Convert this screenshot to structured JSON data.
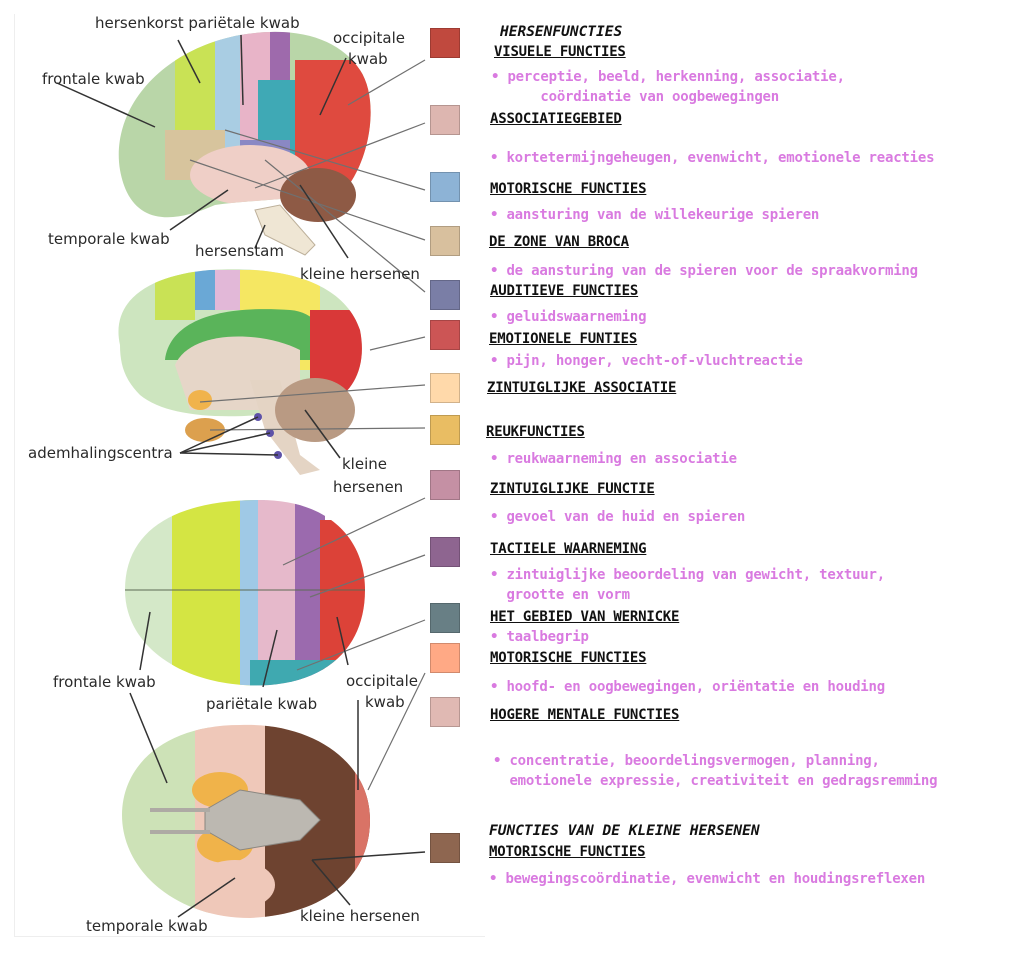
{
  "illustration": {
    "lateral_view": {
      "labels": {
        "cortex_parietal": "hersenkorst pariëtale kwab",
        "occipital": [
          "occipitale",
          "kwab"
        ],
        "frontal": "frontale kwab",
        "temporal": "temporale kwab",
        "brainstem": "hersenstam",
        "cerebellum": "kleine hersenen"
      }
    },
    "medial_view": {
      "labels": {
        "respiratory": "ademhalingscentra",
        "cerebellum": [
          "kleine",
          "hersenen"
        ]
      }
    },
    "top_view": {
      "labels": {
        "frontal": "frontale kwab",
        "parietal": "pariëtale kwab",
        "occipital": [
          "occipitale",
          "kwab"
        ]
      }
    },
    "bottom_view": {
      "labels": {
        "temporal": "temporale kwab",
        "cerebellum": "kleine hersenen"
      }
    }
  },
  "legend": {
    "title": "HERSENFUNCTIES",
    "items": [
      {
        "heading": "VISUELE FUNCTIES",
        "desc": [
          "• perceptie, beeld, herkenning, associatie,",
          "      coördinatie van oogbewegingen"
        ],
        "color": "#c0493e"
      },
      {
        "heading": "ASSOCIATIEGEBIED",
        "desc": [
          "• kortetermijngeheugen, evenwicht, emotionele reacties"
        ],
        "color": "#ddb6b0"
      },
      {
        "heading": "MOTORISCHE FUNCTIES",
        "desc": [
          "• aansturing van de willekeurige spieren"
        ],
        "color": "#8db3d6"
      },
      {
        "heading": "DE ZONE VAN BROCA",
        "desc": [
          "• de aansturing van de spieren voor de spraakvorming"
        ],
        "color": "#d8c09e"
      },
      {
        "heading": "AUDITIEVE FUNCTIES",
        "desc": [
          "• geluidswaarneming"
        ],
        "color": "#7a7ea6"
      },
      {
        "heading": "EMOTIONELE FUNTIES",
        "desc": [
          "• pijn, honger, vecht-of-vluchtreactie"
        ],
        "color": "#cc5555"
      },
      {
        "heading": "ZINTUIGLIJKE ASSOCIATIE",
        "desc": [],
        "color": "#ffd9aa"
      },
      {
        "heading": "REUKFUNCTIES",
        "desc": [
          "• reukwaarneming en associatie"
        ],
        "color": "#e9bd63"
      },
      {
        "heading": "ZINTUIGLIJKE FUNCTIE",
        "desc": [
          "• gevoel van de huid en spieren"
        ],
        "color": "#c590a4"
      },
      {
        "heading": "TACTIELE WAARNEMING",
        "desc": [
          "• zintuiglijke beoordeling van gewicht, textuur,",
          "  grootte en vorm"
        ],
        "color": "#8e6590"
      },
      {
        "heading": "HET GEBIED VAN WERNICKE",
        "desc": [
          "• taalbegrip"
        ],
        "color": "#687f85"
      },
      {
        "heading": "MOTORISCHE FUNCTIES",
        "desc": [
          "• hoofd- en oogbewegingen, oriëntatie en houding"
        ],
        "color": "#ffa985"
      },
      {
        "heading": "HOGERE MENTALE FUNCTIES",
        "desc": [
          "• concentratie, beoordelingsvermogen, planning,",
          "  emotionele expressie, creativiteit en gedragsremming"
        ],
        "color": "#e0b9b3"
      }
    ],
    "cerebellum_section": {
      "title": "FUNCTIES VAN DE KLEINE HERSENEN",
      "heading": "MOTORISCHE FUNCTIES",
      "desc": [
        "• bewegingscoördinatie, evenwicht en houdingsreflexen"
      ],
      "color": "#8e6650"
    }
  }
}
